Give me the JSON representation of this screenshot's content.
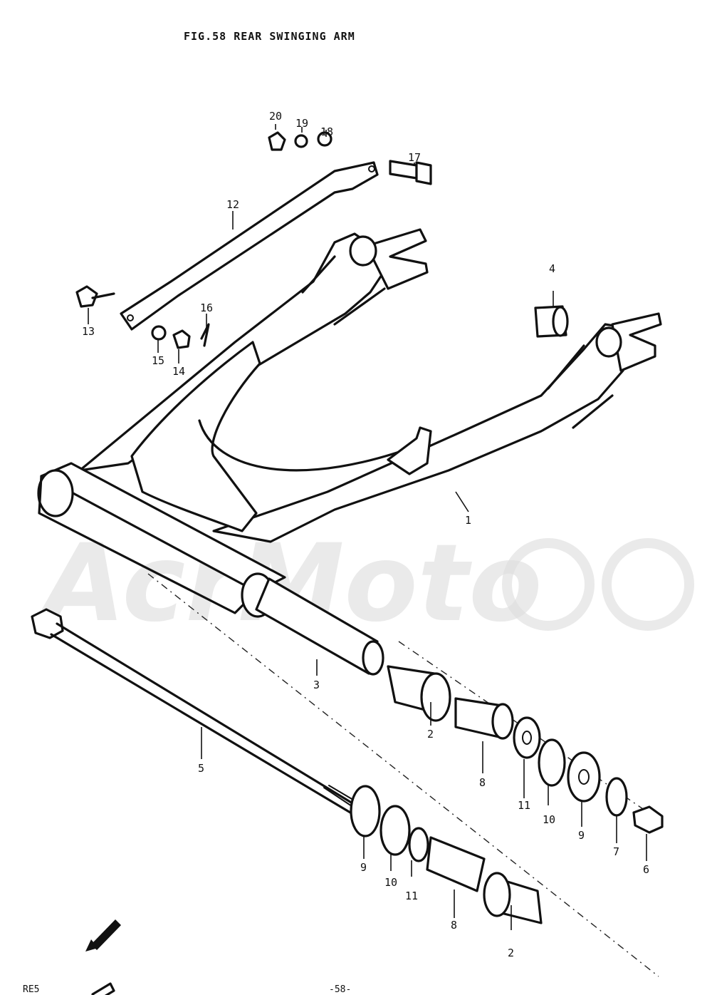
{
  "figure": {
    "title": "FIG.58  REAR SWINGING ARM",
    "page_number": "-58-",
    "model_code": "RE5",
    "watermark": "AcrMoto"
  },
  "callouts": [
    {
      "id": "c1",
      "text": "1",
      "part": "swinging-arm"
    },
    {
      "id": "c2a",
      "text": "2",
      "part": "bushing"
    },
    {
      "id": "c2b",
      "text": "2",
      "part": "bushing"
    },
    {
      "id": "c3",
      "text": "3",
      "part": "spacer"
    },
    {
      "id": "c4",
      "text": "4",
      "part": "cushion"
    },
    {
      "id": "c5",
      "text": "5",
      "part": "pivot-shaft"
    },
    {
      "id": "c6",
      "text": "6",
      "part": "nut"
    },
    {
      "id": "c7",
      "text": "7",
      "part": "washer"
    },
    {
      "id": "c8a",
      "text": "8",
      "part": "bearing"
    },
    {
      "id": "c8b",
      "text": "8",
      "part": "bearing"
    },
    {
      "id": "c9a",
      "text": "9",
      "part": "cover"
    },
    {
      "id": "c9b",
      "text": "9",
      "part": "cover"
    },
    {
      "id": "c10a",
      "text": "10",
      "part": "seal"
    },
    {
      "id": "c10b",
      "text": "10",
      "part": "seal"
    },
    {
      "id": "c11a",
      "text": "11",
      "part": "washer"
    },
    {
      "id": "c11b",
      "text": "11",
      "part": "washer"
    },
    {
      "id": "c12",
      "text": "12",
      "part": "torque-link"
    },
    {
      "id": "c13",
      "text": "13",
      "part": "bolt"
    },
    {
      "id": "c14",
      "text": "14",
      "part": "nut"
    },
    {
      "id": "c15",
      "text": "15",
      "part": "washer"
    },
    {
      "id": "c16",
      "text": "16",
      "part": "cotter-pin"
    },
    {
      "id": "c17",
      "text": "17",
      "part": "bolt"
    },
    {
      "id": "c18",
      "text": "18",
      "part": "washer"
    },
    {
      "id": "c19",
      "text": "19",
      "part": "washer"
    },
    {
      "id": "c20",
      "text": "20",
      "part": "nut"
    }
  ]
}
